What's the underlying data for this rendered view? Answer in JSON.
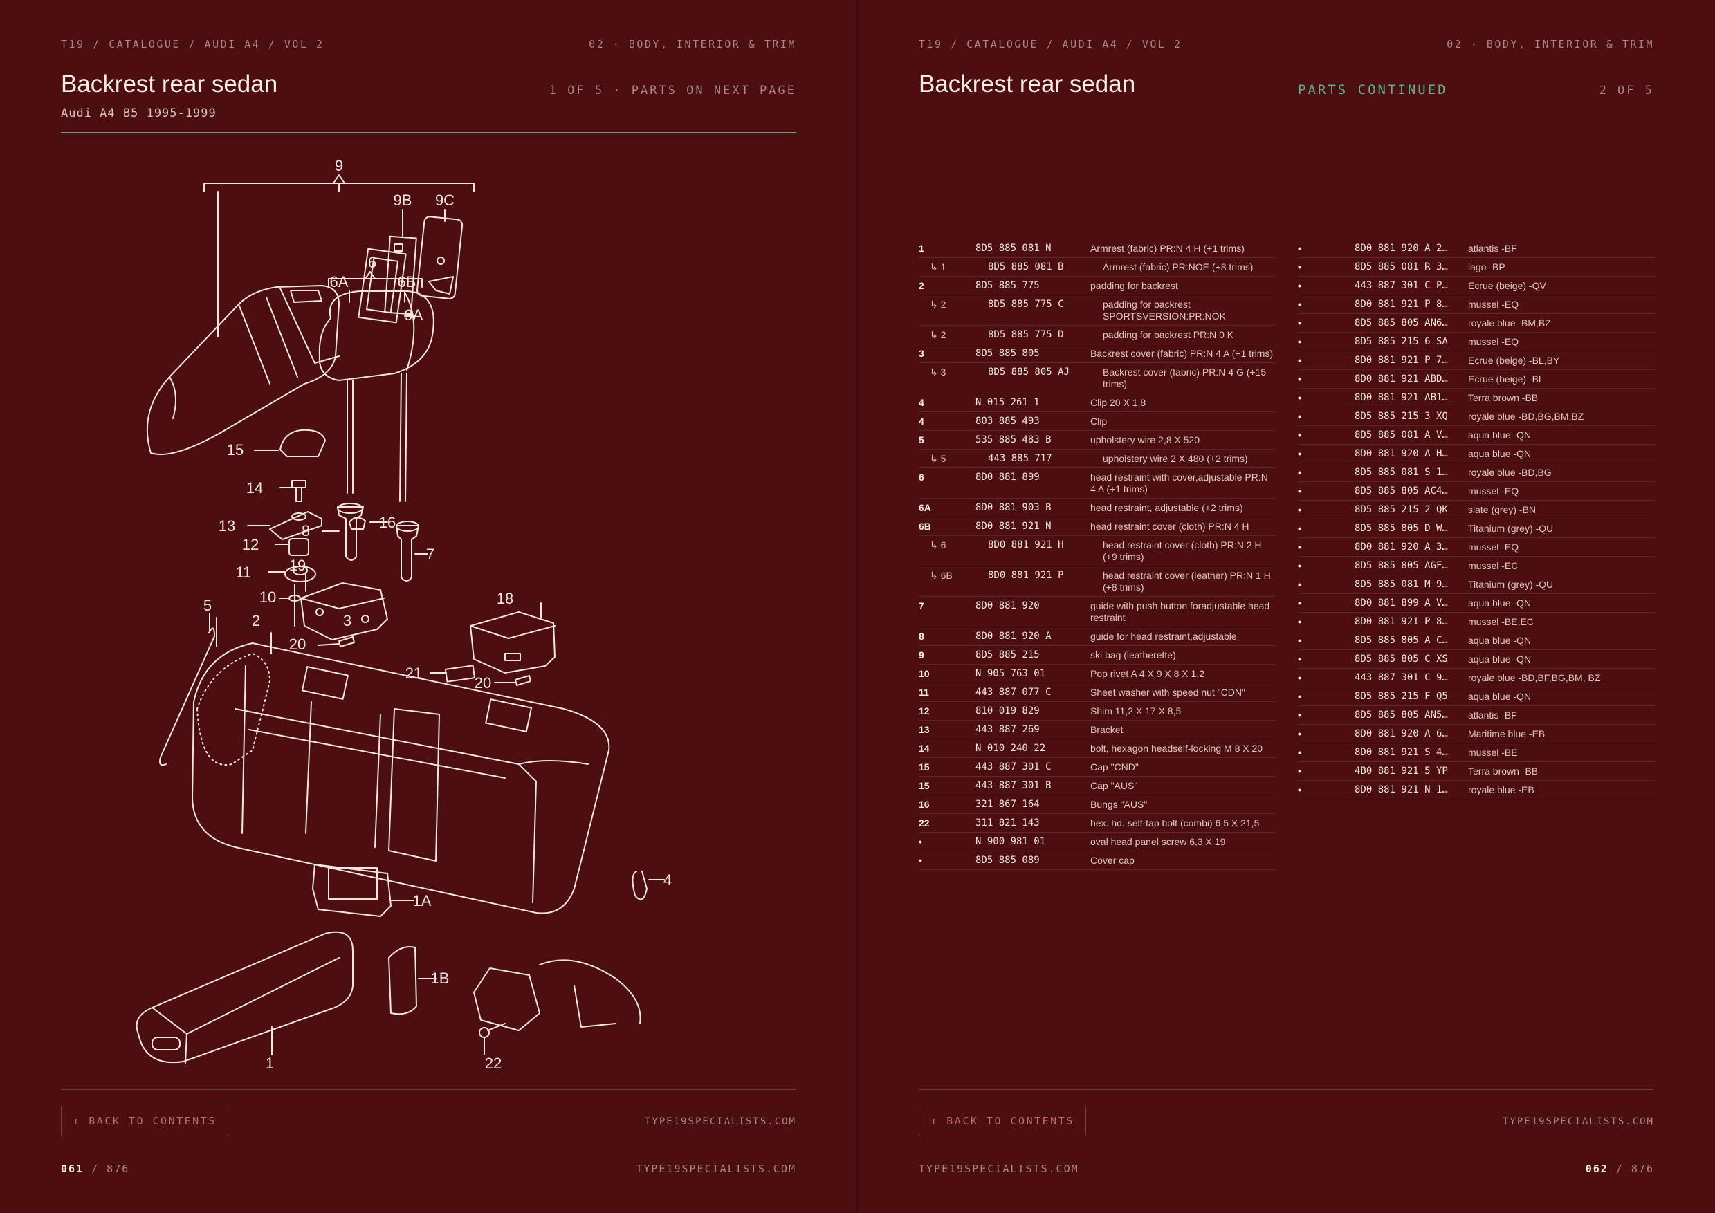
{
  "left_page": {
    "breadcrumb": "T19 / CATALOGUE / AUDI A4 / VOL 2",
    "section": "02 · BODY, INTERIOR & TRIM",
    "title": "Backrest rear sedan",
    "subtitle": "Audi A4 B5 1995-1999",
    "page_meta": "1 OF 5 · PARTS ON NEXT PAGE",
    "back_label": "↑ BACK TO CONTENTS",
    "site_small": "TYPE19SPECIALISTS.COM",
    "page_current": "061",
    "page_total": "/ 876",
    "site_footer": "TYPE19SPECIALISTS.COM",
    "diagram_labels": [
      "9",
      "9B",
      "9C",
      "9A",
      "6",
      "6A",
      "6B",
      "15",
      "14",
      "13",
      "12",
      "16",
      "11",
      "10",
      "8",
      "7",
      "19",
      "18",
      "5",
      "2",
      "3",
      "20",
      "21",
      "20",
      "1A",
      "4",
      "1B",
      "22",
      "1"
    ]
  },
  "right_page": {
    "breadcrumb": "T19 / CATALOGUE / AUDI A4 / VOL 2",
    "section": "02 · BODY, INTERIOR & TRIM",
    "title": "Backrest rear sedan",
    "continued": "PARTS CONTINUED",
    "page_meta": "2 OF 5",
    "back_label": "↑ BACK TO CONTENTS",
    "site_small": "TYPE19SPECIALISTS.COM",
    "site_footer": "TYPE19SPECIALISTS.COM",
    "page_current": "062",
    "page_total": "/ 876",
    "parts_main": [
      {
        "ref": "1",
        "pn": "8D5 885 081 N",
        "desc": "Armrest (fabric) PR:N 4 H (+1 trims)",
        "sub": false
      },
      {
        "ref": "↳ 1",
        "pn": "8D5 885 081 B",
        "desc": "Armrest (fabric) PR:NOE (+8 trims)",
        "sub": true
      },
      {
        "ref": "2",
        "pn": "8D5 885 775",
        "desc": "padding for backrest",
        "sub": false
      },
      {
        "ref": "↳ 2",
        "pn": "8D5 885 775 C",
        "desc": "padding for backrest SPORTSVERSION:PR:NOK",
        "sub": true
      },
      {
        "ref": "↳ 2",
        "pn": "8D5 885 775 D",
        "desc": "padding for backrest PR:N 0 K",
        "sub": true
      },
      {
        "ref": "3",
        "pn": "8D5 885 805",
        "desc": "Backrest cover (fabric) PR:N 4 A (+1 trims)",
        "sub": false
      },
      {
        "ref": "↳ 3",
        "pn": "8D5 885 805 AJ",
        "desc": "Backrest cover (fabric) PR:N 4 G (+15 trims)",
        "sub": true
      },
      {
        "ref": "4",
        "pn": "N 015 261 1",
        "desc": "Clip 20 X 1,8",
        "sub": false
      },
      {
        "ref": "4",
        "pn": "803 885 493",
        "desc": "Clip",
        "sub": false
      },
      {
        "ref": "5",
        "pn": "535 885 483 B",
        "desc": "upholstery wire 2,8 X 520",
        "sub": false
      },
      {
        "ref": "↳ 5",
        "pn": "443 885 717",
        "desc": "upholstery wire 2 X 480 (+2 trims)",
        "sub": true
      },
      {
        "ref": "6",
        "pn": "8D0 881 899",
        "desc": "head restraint with cover,adjustable PR:N 4 A (+1 trims)",
        "sub": false
      },
      {
        "ref": "6A",
        "pn": "8D0 881 903 B",
        "desc": "head restraint, adjustable (+2 trims)",
        "sub": false
      },
      {
        "ref": "6B",
        "pn": "8D0 881 921 N",
        "desc": "head restraint cover (cloth) PR:N 4 H",
        "sub": false
      },
      {
        "ref": "↳ 6",
        "pn": "8D0 881 921 H",
        "desc": "head restraint cover (cloth) PR:N 2 H (+9 trims)",
        "sub": true
      },
      {
        "ref": "↳ 6B",
        "pn": "8D0 881 921 P",
        "desc": "head restraint cover (leather) PR:N 1 H (+8 trims)",
        "sub": true
      },
      {
        "ref": "7",
        "pn": "8D0 881 920",
        "desc": "guide with push button foradjustable head restraint",
        "sub": false
      },
      {
        "ref": "8",
        "pn": "8D0 881 920 A",
        "desc": "guide for head restraint,adjustable",
        "sub": false
      },
      {
        "ref": "9",
        "pn": "8D5 885 215",
        "desc": "ski bag (leatherette)",
        "sub": false
      },
      {
        "ref": "10",
        "pn": "N 905 763 01",
        "desc": "Pop rivet A 4 X 9 X 8 X 1,2",
        "sub": false
      },
      {
        "ref": "11",
        "pn": "443 887 077 C",
        "desc": "Sheet washer with speed nut \"CDN\"",
        "sub": false
      },
      {
        "ref": "12",
        "pn": "810 019 829",
        "desc": "Shim 11,2 X 17 X 8,5",
        "sub": false
      },
      {
        "ref": "13",
        "pn": "443 887 269",
        "desc": "Bracket",
        "sub": false
      },
      {
        "ref": "14",
        "pn": "N 010 240 22",
        "desc": "bolt, hexagon headself-locking M 8 X 20",
        "sub": false
      },
      {
        "ref": "15",
        "pn": "443 887 301 C",
        "desc": "Cap \"CND\"",
        "sub": false
      },
      {
        "ref": "15",
        "pn": "443 887 301 B",
        "desc": "Cap \"AUS\"",
        "sub": false
      },
      {
        "ref": "16",
        "pn": "321 867 164",
        "desc": "Bungs \"AUS\"",
        "sub": false
      },
      {
        "ref": "22",
        "pn": "311 821 143",
        "desc": "hex. hd. self-tap bolt (combi) 6,5 X 21,5",
        "sub": false
      },
      {
        "ref": "•",
        "pn": "N 900 981 01",
        "desc": "oval head panel screw 6,3 X 19",
        "sub": false
      },
      {
        "ref": "•",
        "pn": "8D5 885 089",
        "desc": "Cover cap",
        "sub": false
      }
    ],
    "parts_trim": [
      {
        "ref": "•",
        "pn": "8D0 881 920 A 2…",
        "desc": "atlantis -BF"
      },
      {
        "ref": "•",
        "pn": "8D5 885 081 R 3…",
        "desc": "lago -BP"
      },
      {
        "ref": "•",
        "pn": "443 887 301 C P…",
        "desc": "Ecrue (beige) -QV"
      },
      {
        "ref": "•",
        "pn": "8D0 881 921 P 8…",
        "desc": "mussel -EQ"
      },
      {
        "ref": "•",
        "pn": "8D5 885 805 AN6…",
        "desc": "royale blue -BM,BZ"
      },
      {
        "ref": "•",
        "pn": "8D5 885 215 6 SA",
        "desc": "mussel -EQ"
      },
      {
        "ref": "•",
        "pn": "8D0 881 921 P 7…",
        "desc": "Ecrue (beige) -BL,BY"
      },
      {
        "ref": "•",
        "pn": "8D0 881 921 ABD…",
        "desc": "Ecrue (beige) -BL"
      },
      {
        "ref": "•",
        "pn": "8D0 881 921 AB1…",
        "desc": "Terra brown -BB"
      },
      {
        "ref": "•",
        "pn": "8D5 885 215 3 XQ",
        "desc": "royale blue -BD,BG,BM,BZ"
      },
      {
        "ref": "•",
        "pn": "8D5 885 081 A V…",
        "desc": "aqua blue -QN"
      },
      {
        "ref": "•",
        "pn": "8D0 881 920 A H…",
        "desc": "aqua blue -QN"
      },
      {
        "ref": "•",
        "pn": "8D5 885 081 S 1…",
        "desc": "royale blue -BD,BG"
      },
      {
        "ref": "•",
        "pn": "8D5 885 805 AC4…",
        "desc": "mussel -EQ"
      },
      {
        "ref": "•",
        "pn": "8D5 885 215 2 QK",
        "desc": "slate (grey) -BN"
      },
      {
        "ref": "•",
        "pn": "8D5 885 805 D W…",
        "desc": "Titanium (grey) -QU"
      },
      {
        "ref": "•",
        "pn": "8D0 881 920 A 3…",
        "desc": "mussel -EQ"
      },
      {
        "ref": "•",
        "pn": "8D5 885 805 AGF…",
        "desc": "mussel -EC"
      },
      {
        "ref": "•",
        "pn": "8D5 885 081 M 9…",
        "desc": "Titanium (grey) -QU"
      },
      {
        "ref": "•",
        "pn": "8D0 881 899 A V…",
        "desc": "aqua blue -QN"
      },
      {
        "ref": "•",
        "pn": "8D0 881 921 P 8…",
        "desc": "mussel -BE,EC"
      },
      {
        "ref": "•",
        "pn": "8D5 885 805 A C…",
        "desc": "aqua blue -QN"
      },
      {
        "ref": "•",
        "pn": "8D5 885 805 C XS",
        "desc": "aqua blue -QN"
      },
      {
        "ref": "•",
        "pn": "443 887 301 C 9…",
        "desc": "royale blue -BD,BF,BG,BM, BZ"
      },
      {
        "ref": "•",
        "pn": "8D5 885 215 F Q5",
        "desc": "aqua blue -QN"
      },
      {
        "ref": "•",
        "pn": "8D5 885 805 AN5…",
        "desc": "atlantis -BF"
      },
      {
        "ref": "•",
        "pn": "8D0 881 920 A 6…",
        "desc": "Maritime blue -EB"
      },
      {
        "ref": "•",
        "pn": "8D0 881 921 S 4…",
        "desc": "mussel -BE"
      },
      {
        "ref": "•",
        "pn": "4B0 881 921 5 YP",
        "desc": "Terra brown -BB"
      },
      {
        "ref": "•",
        "pn": "8D0 881 921 N 1…",
        "desc": "royale blue -EB"
      }
    ]
  },
  "colors": {
    "background": "#4c0e10",
    "accent": "#5fae8e",
    "button": "#c76a64"
  }
}
